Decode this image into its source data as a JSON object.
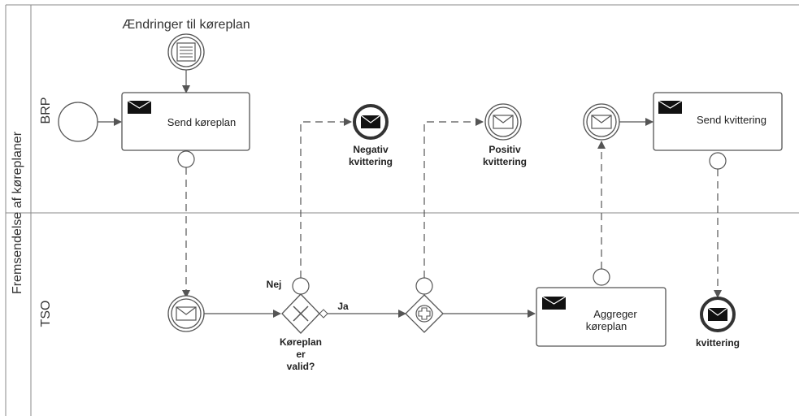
{
  "pool": {
    "label": "Fremsendelse af køreplaner"
  },
  "lanes": {
    "brp": "BRP",
    "tso": "TSO"
  },
  "events": {
    "timer_change_label": "Ændringer til køreplan",
    "negative_receipt": [
      "Negativ",
      "kvittering"
    ],
    "positive_receipt": [
      "Positiv",
      "kvittering"
    ],
    "end_receipt": "kvittering"
  },
  "tasks": {
    "send_plan": "Send køreplan",
    "send_receipt": "Send kvittering",
    "aggregate_plan": [
      "Aggreger",
      "køreplan"
    ]
  },
  "gateway": {
    "label": [
      "Køreplan",
      "er",
      "valid?"
    ],
    "no": "Nej",
    "yes": "Ja"
  }
}
